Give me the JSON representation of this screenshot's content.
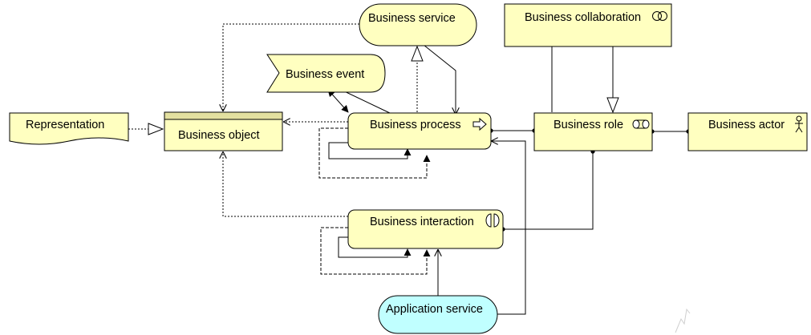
{
  "diagram": {
    "colors": {
      "business_fill": "#ffffc0",
      "application_fill": "#c0ffff",
      "stroke": "#000000"
    },
    "elements": {
      "business_service": {
        "label": "Business service"
      },
      "business_collaboration": {
        "label": "Business collaboration",
        "icon": "collaboration-icon"
      },
      "business_event": {
        "label": "Business event"
      },
      "representation": {
        "label": "Representation"
      },
      "business_object": {
        "label": "Business object"
      },
      "business_process": {
        "label": "Business process",
        "icon": "process-arrow-icon"
      },
      "business_role": {
        "label": "Business role",
        "icon": "role-icon"
      },
      "business_actor": {
        "label": "Business actor",
        "icon": "actor-icon"
      },
      "business_interaction": {
        "label": "Business interaction",
        "icon": "interaction-icon"
      },
      "application_service": {
        "label": "Application service"
      }
    },
    "relations": [
      {
        "from": "business_process",
        "to": "business_service",
        "type": "realization"
      },
      {
        "from": "business_service",
        "to": "business_process",
        "type": "used-by"
      },
      {
        "from": "business_service",
        "to": "business_object",
        "type": "access"
      },
      {
        "from": "business_event",
        "to": "business_process",
        "type": "triggering"
      },
      {
        "from": "business_process",
        "to": "business_event",
        "type": "triggering"
      },
      {
        "from": "representation",
        "to": "business_object",
        "type": "realization"
      },
      {
        "from": "business_process",
        "to": "business_object",
        "type": "access"
      },
      {
        "from": "business_process",
        "to": "business_process",
        "type": "triggering"
      },
      {
        "from": "business_process",
        "to": "business_process",
        "type": "flow"
      },
      {
        "from": "business_role",
        "to": "business_process",
        "type": "assignment"
      },
      {
        "from": "business_collaboration",
        "to": "business_role",
        "type": "aggregation"
      },
      {
        "from": "business_collaboration",
        "to": "business_role",
        "type": "specialization"
      },
      {
        "from": "business_actor",
        "to": "business_role",
        "type": "assignment"
      },
      {
        "from": "business_role",
        "to": "business_interaction",
        "type": "assignment"
      },
      {
        "from": "business_interaction",
        "to": "business_object",
        "type": "access"
      },
      {
        "from": "business_interaction",
        "to": "business_interaction",
        "type": "triggering"
      },
      {
        "from": "business_interaction",
        "to": "business_interaction",
        "type": "flow"
      },
      {
        "from": "application_service",
        "to": "business_interaction",
        "type": "used-by"
      },
      {
        "from": "application_service",
        "to": "business_process",
        "type": "used-by"
      }
    ]
  }
}
